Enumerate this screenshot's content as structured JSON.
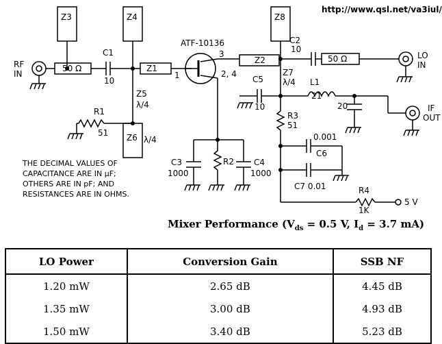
{
  "url": "http://www.qsl.net/va3iul/",
  "labels": {
    "rf_in_1": "RF",
    "rf_in_2": "IN",
    "lo_in_1": "LO",
    "lo_in_2": "IN",
    "if_out_1": "IF",
    "if_out_2": "OUT",
    "transistor": "ATF-10136",
    "pin1": "1",
    "pin3": "3",
    "pin24": "2, 4",
    "z3": "Z3",
    "z4": "Z4",
    "z8": "Z8",
    "z1": "Z1",
    "z2": "Z2",
    "z5": "Z5",
    "z5_len": "λ/4",
    "z6": "Z6",
    "z6_len": "λ/4",
    "z7": "Z7",
    "z7_len": "λ/4",
    "r50_left": "50 Ω",
    "r50_right": "50 Ω",
    "c1": "C1",
    "c1_val": "10",
    "c2": "C2",
    "c2_val": "10",
    "c5": "C5",
    "c5_val": "10",
    "l1": "L1",
    "l1_val": "21",
    "c_if_val": "20",
    "r1": "R1",
    "r1_val": "51",
    "r3": "R3",
    "r3_val": "51",
    "c6": "C6",
    "c6_val": "0.001",
    "c7": "C7 0.01",
    "r4": "R4",
    "r4_val": "1K",
    "supply": "5 V",
    "c3": "C3",
    "c3_val": "1000",
    "r2": "R2",
    "c4": "C4",
    "c4_val": "1000"
  },
  "note": [
    "THE DECIMAL VALUES OF",
    "CAPACITANCE ARE IN µF;",
    "OTHERS ARE IN pF; AND",
    "RESISTANCES ARE IN OHMS."
  ],
  "performance": {
    "title_prefix": "Mixer Performance (V",
    "title_vsub": "ds",
    "title_mid": " = 0.5 V, I",
    "title_isub": "d",
    "title_suffix": " = 3.7 mA)",
    "headers": [
      "LO Power",
      "Conversion Gain",
      "SSB NF"
    ],
    "rows": [
      [
        "1.20 mW",
        "2.65 dB",
        "4.45 dB"
      ],
      [
        "1.35 mW",
        "3.00 dB",
        "4.93 dB"
      ],
      [
        "1.50 mW",
        "3.40 dB",
        "5.23 dB"
      ]
    ]
  }
}
